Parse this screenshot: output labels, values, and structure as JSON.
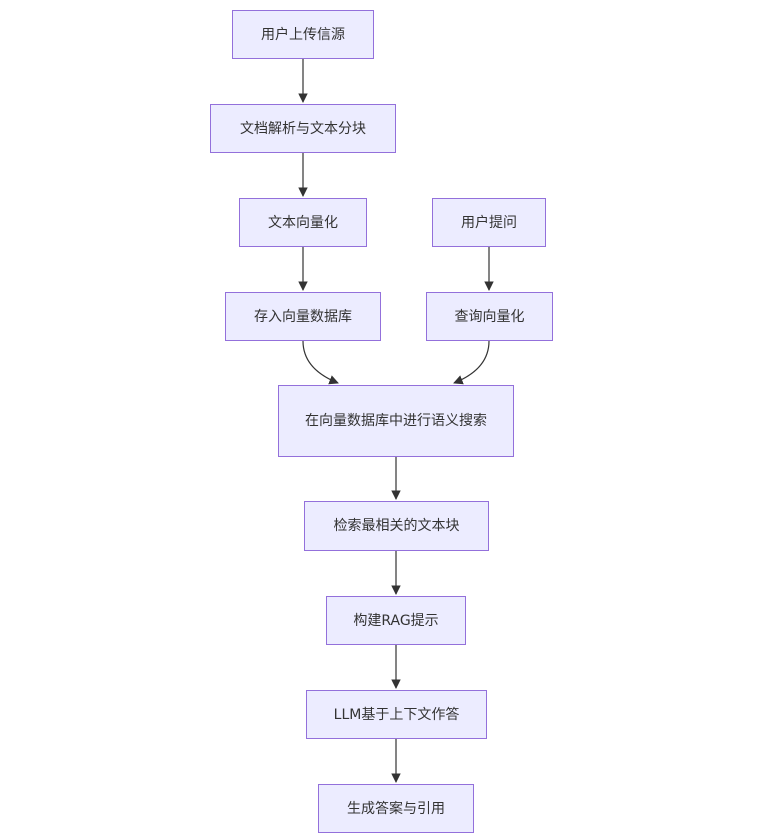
{
  "nodes": {
    "upload": "用户上传信源",
    "parse": "文档解析与文本分块",
    "vectorize_text": "文本向量化",
    "question": "用户提问",
    "store": "存入向量数据库",
    "vectorize_query": "查询向量化",
    "semantic_search": "在向量数据库中进行语义搜索",
    "retrieve": "检索最相关的文本块",
    "build_prompt": "构建RAG提示",
    "llm_answer": "LLM基于上下文作答",
    "generate": "生成答案与引用"
  },
  "style": {
    "node_fill": "#ececff",
    "node_border": "#9370db",
    "edge_color": "#333333",
    "text_color": "#333333"
  }
}
